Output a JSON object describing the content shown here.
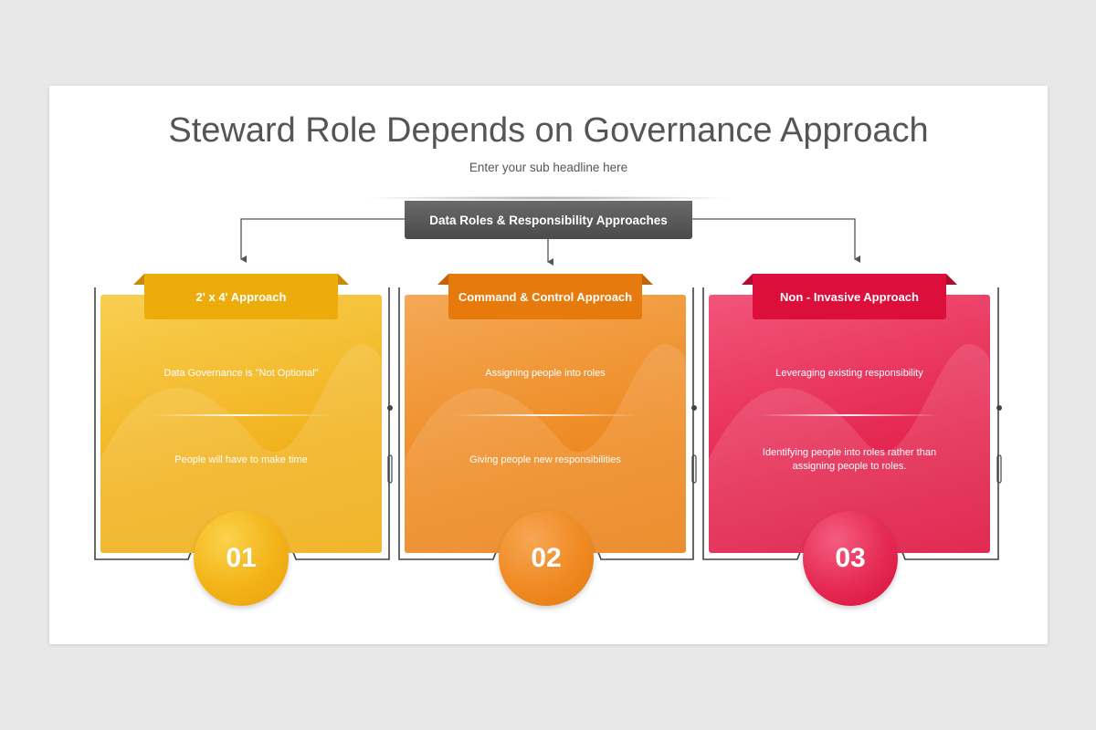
{
  "slide": {
    "title": "Steward Role Depends on Governance Approach",
    "subtitle": "Enter your sub headline here",
    "center_label": "Data Roles & Responsibility Approaches"
  },
  "cards": [
    {
      "heading": "2' x 4' Approach",
      "text_top": "Data Governance is \"Not Optional\"",
      "text_bottom": "People will have to make time",
      "number": "01",
      "color": "#EEAD0F"
    },
    {
      "heading": "Command & Control Approach",
      "text_top": "Assigning people into roles",
      "text_bottom": "Giving people new responsibilities",
      "number": "02",
      "color": "#E97F13"
    },
    {
      "heading": "Non - Invasive Approach",
      "text_top": "Leveraging existing responsibility",
      "text_bottom": "Identifying people into roles rather than assigning people to roles.",
      "number": "03",
      "color": "#DC0E3B"
    }
  ]
}
